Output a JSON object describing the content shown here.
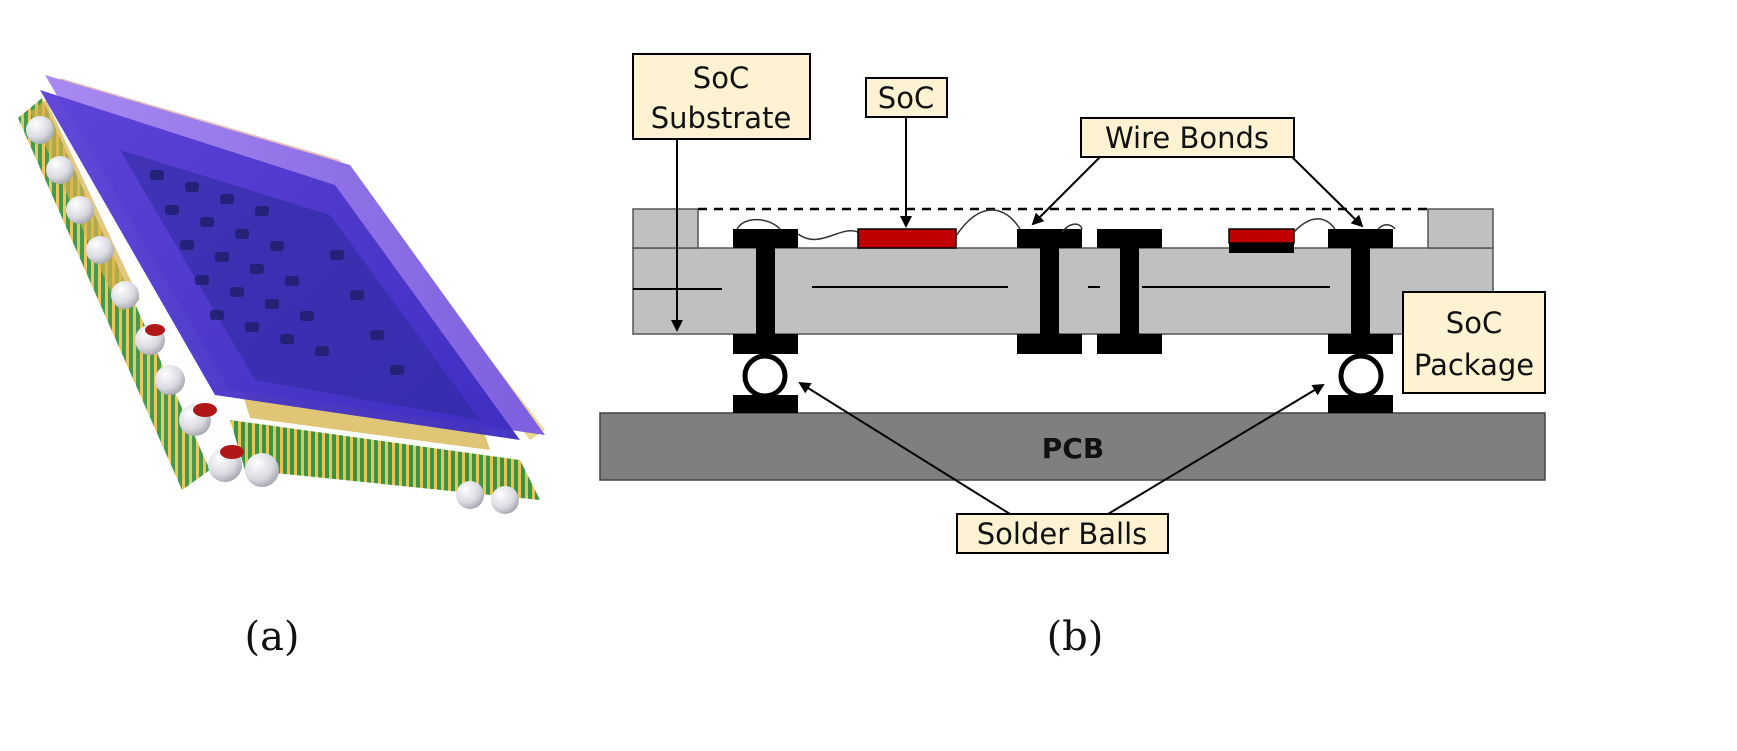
{
  "panel_a": {
    "caption": "(a)"
  },
  "panel_b": {
    "caption": "(b)",
    "labels": {
      "soc_substrate_line1": "SoC",
      "soc_substrate_line2": "Substrate",
      "soc": "SoC",
      "wire_bonds": "Wire Bonds",
      "soc_package_line1": "SoC",
      "soc_package_line2": "Package",
      "pcb": "PCB",
      "solder_balls": "Solder Balls"
    }
  },
  "colors": {
    "label_box_fill": "#fdf3d3",
    "substrate_gray": "#c0c0c0",
    "pcb_gray": "#7f7f7f",
    "die_red": "#c00000",
    "package_purple": "#6a3fd8",
    "via_black": "#000000"
  }
}
